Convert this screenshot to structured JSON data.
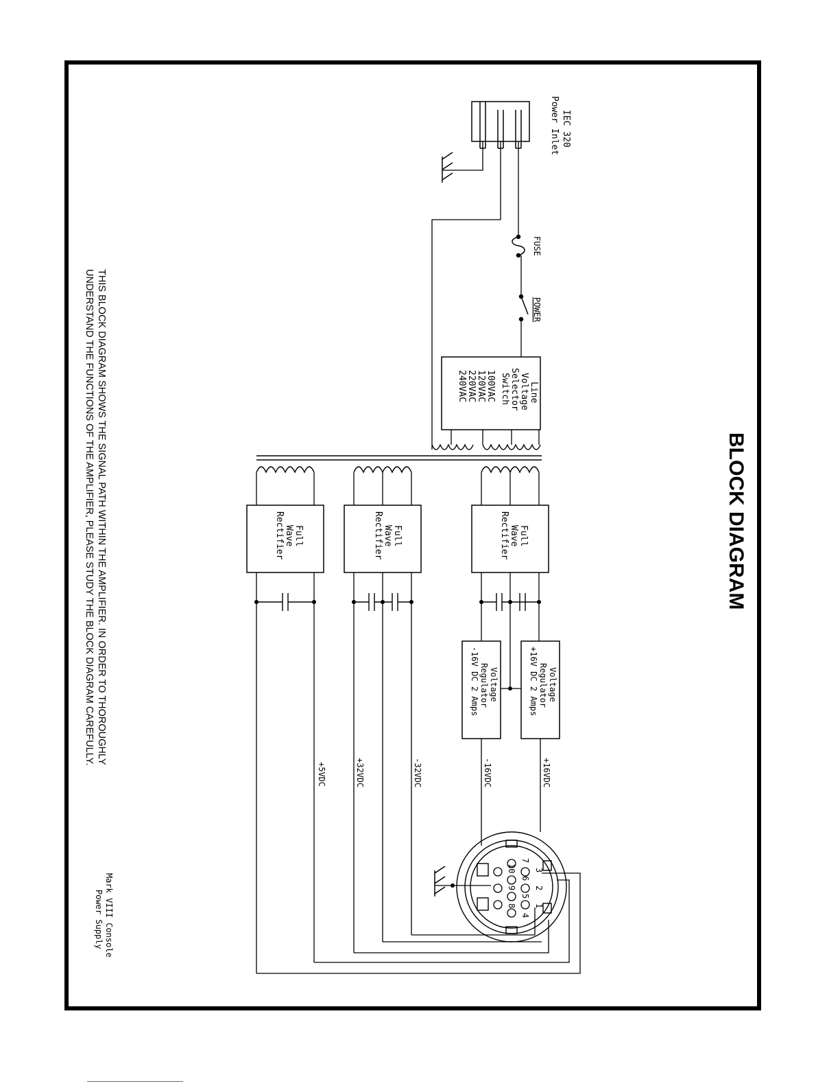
{
  "title": "BLOCK DIAGRAM",
  "inlet": {
    "line1": "IEC 320",
    "line2": "Power Inlet"
  },
  "fuse": {
    "label": "FUSE"
  },
  "power_switch": {
    "label": "POWER"
  },
  "line_selector": {
    "lines": [
      "Line",
      "Voltage",
      "Selector",
      "Switch",
      "100VAC",
      "120VAC",
      "220VAC",
      "240VAC"
    ]
  },
  "rectifiers": [
    {
      "line1": "Full",
      "line2": "Wave",
      "line3": "Rectifier"
    },
    {
      "line1": "Full",
      "line2": "Wave",
      "line3": "Rectifier"
    },
    {
      "line1": "Full",
      "line2": "Wave",
      "line3": "Rectifier"
    }
  ],
  "regulators": [
    {
      "line1": "Voltage",
      "line2": "Regulator",
      "line3": "+16V DC 2 Amps"
    },
    {
      "line1": "Voltage",
      "line2": "Regulator",
      "line3": "-16V DC 2 Amps"
    }
  ],
  "rails": [
    "+16VDC",
    "-16VDC",
    "-32VDC",
    "+32VDC",
    "+5VDC"
  ],
  "connector_pins": [
    "1",
    "2",
    "3",
    "4",
    "5",
    "6",
    "7",
    "8",
    "9",
    "10"
  ],
  "note": {
    "line1": "THIS BLOCK DIAGRAM SHOWS THE SIGNAL PATH WITHIN THE AMPLIFIER. IN ORDER TO THOROUGHLY",
    "line2": "UNDERSTAND THE FUNCTIONS OF THE AMPLIFIER, PLEASE STUDY THE BLOCK DIAGRAM CAREFULLY."
  },
  "caption": {
    "line1": "Mark VIII Console",
    "line2": "Power Supply"
  }
}
